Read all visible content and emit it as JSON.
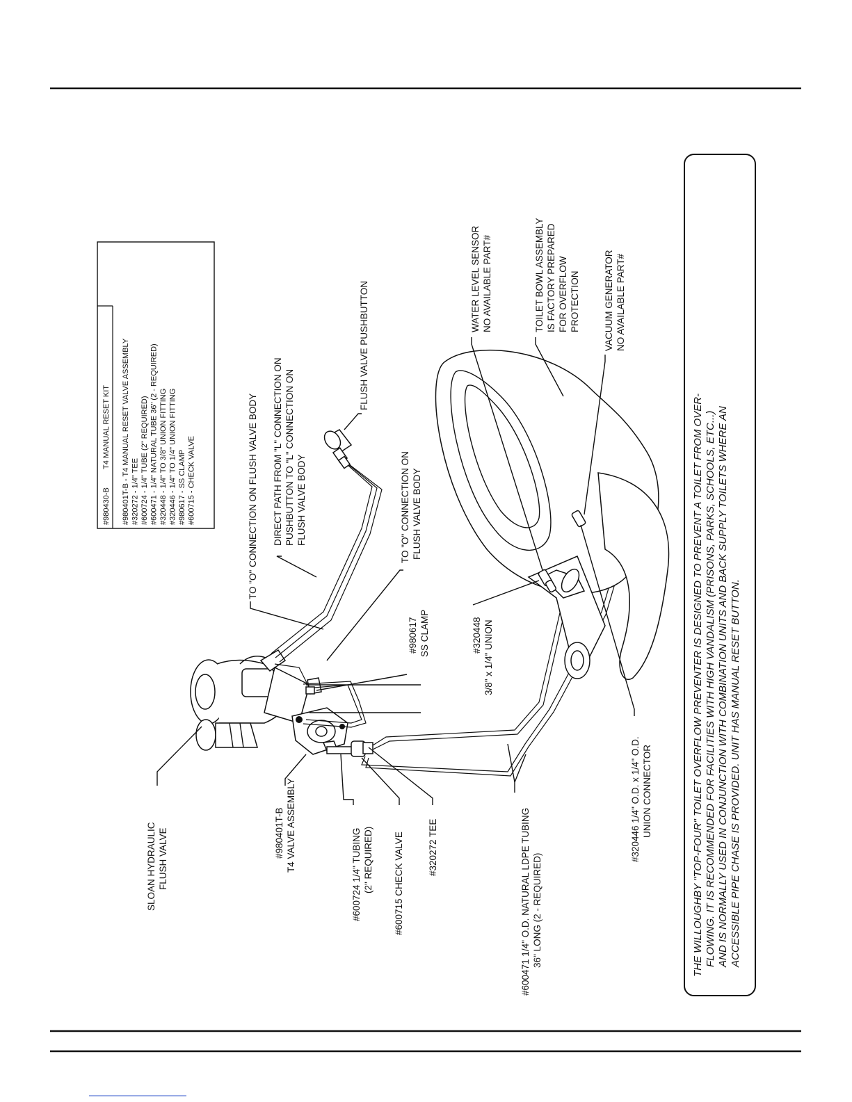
{
  "kit_table": {
    "title_number": "#980430-B",
    "title_text": "T4 MANUAL RESET KIT",
    "rows": [
      "#980401T-B  -  T4 MANUAL RESET VALVE ASSEMBLY",
      "#320272  -  1/4\" TEE",
      "#600724  -  1/4\" TUBE (2\" REQUIRED)",
      "#600471  -  1/4\" NATURAL TUBE 36\" (2 - REQUIRED)",
      "#320448  -  1/4\" TO 3/8\" UNION FITTING",
      "#320446  -  1/4\" TO 1/4\" UNION FITTING",
      "#980617  -  SS CLAMP",
      "#600715  -  CHECK VALVE"
    ]
  },
  "labels": {
    "flush_valve": [
      "SLOAN HYDRAULIC",
      "FLUSH VALVE"
    ],
    "t4_valve": [
      "#980401T-B",
      "T4 VALVE ASSEMBLY"
    ],
    "tubing": [
      "#600724 1/4\" TUBING",
      "(2\" REQUIRED)"
    ],
    "check_valve": [
      "#600715 CHECK VALVE"
    ],
    "tee": [
      "#320272 TEE"
    ],
    "ldpe": [
      "#600471 1/4\" O.D. NATURAL LDPE TUBING",
      "36\" LONG (2 - REQUIRED)"
    ],
    "union_connector": [
      "#320446 1/4\" O.D. x 1/4\" O.D.",
      "UNION CONNECTOR"
    ],
    "union": [
      "#320448",
      "3/8\" x 1/4\" UNION"
    ],
    "clamp": [
      "#980617",
      "SS CLAMP"
    ],
    "o_conn_1": [
      "TO \"O\" CONNECTION ON FLUSH VALVE BODY"
    ],
    "direct_path": [
      "DIRECT PATH FROM \"L\" CONNECTION ON",
      "PUSHBUTTON TO \"L\" CONNECTION ON",
      "FLUSH VALVE BODY"
    ],
    "o_conn_2": [
      "TO \"O\" CONNECTION ON",
      "FLUSH VALVE BODY"
    ],
    "pushbutton": [
      "FLUSH VALVE PUSHBUTTON"
    ],
    "water_sensor": [
      "WATER LEVEL SENSOR",
      "NO AVAILABLE PART#"
    ],
    "toilet_bowl": [
      "TOILET BOWL ASSEMBLY",
      "IS FACTORY PREPARED",
      "FOR OVERFLOW",
      "PROTECTION"
    ],
    "vacuum": [
      "VACUUM GENERATOR",
      "NO AVAILABLE PART#"
    ]
  },
  "note": [
    "THE WILLOUGHBY \"TOP-FOUR\" TOILET OVERFLOW PREVENTER IS DESIGNED TO PREVENT A TOILET FROM OVER-",
    "FLOWING. IT IS RECOMMENDED FOR FACILITIES WITH HIGH VANDALISM (PRISONS, PARKS, SCHOOLS, ETC...)",
    "AND IS NORMALLY USED IN CONJUNCTION WITH COMBINATION UNITS AND BACK SUPPLY TOILETS WHERE AN",
    "ACCESSIBLE PIPE CHASE IS PROVIDED. UNIT HAS MANUAL RESET BUTTON."
  ]
}
